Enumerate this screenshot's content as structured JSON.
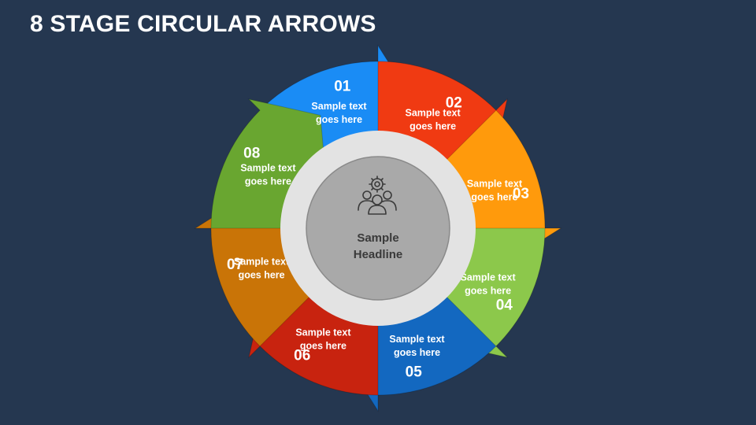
{
  "title": "8 STAGE CIRCULAR ARROWS",
  "center": {
    "headline_line1": "Sample",
    "headline_line2": "Headline",
    "icon": "team-gear-icon"
  },
  "stages": [
    {
      "number": "01",
      "line1": "Sample text",
      "line2": "goes here",
      "color": "#1a8cf5"
    },
    {
      "number": "02",
      "line1": "Sample text",
      "line2": "goes here",
      "color": "#f03a12"
    },
    {
      "number": "03",
      "line1": "Sample text",
      "line2": "goes here",
      "color": "#ff9a0c"
    },
    {
      "number": "04",
      "line1": "Sample text",
      "line2": "goes here",
      "color": "#8cc84b"
    },
    {
      "number": "05",
      "line1": "Sample text",
      "line2": "goes here",
      "color": "#1368c0"
    },
    {
      "number": "06",
      "line1": "Sample text",
      "line2": "goes here",
      "color": "#c8230f"
    },
    {
      "number": "07",
      "line1": "Sample text",
      "line2": "goes here",
      "color": "#c97407"
    },
    {
      "number": "08",
      "line1": "Sample text",
      "line2": "goes here",
      "color": "#69a630"
    }
  ],
  "colors": {
    "background": "#253750",
    "inner_ring": "#e3e3e3",
    "center_disc": "#a9a9a9"
  }
}
